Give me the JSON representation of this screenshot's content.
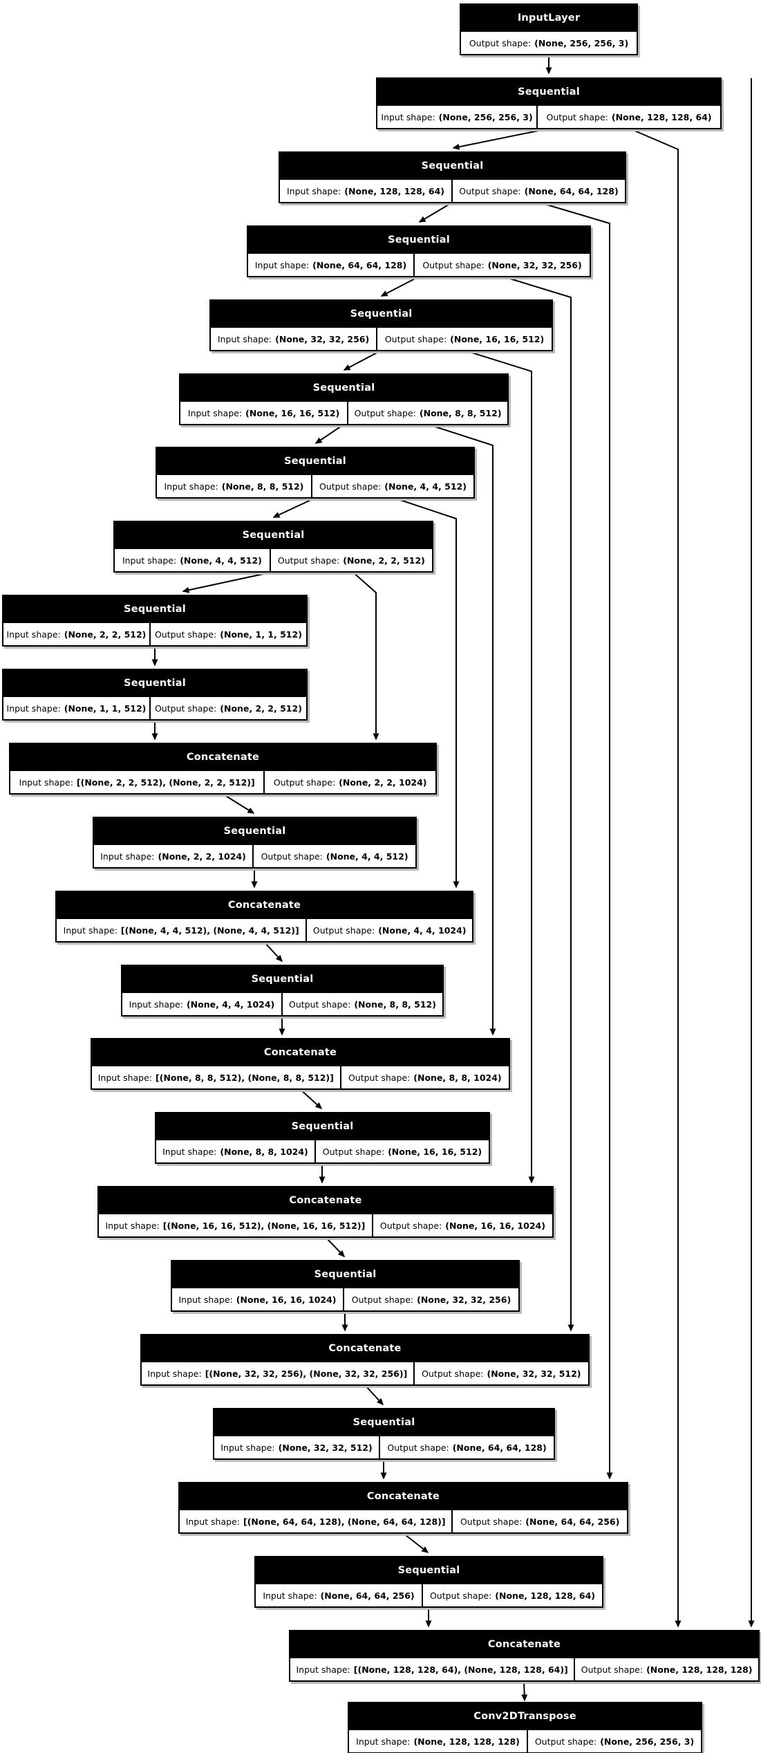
{
  "diagram": {
    "kind": "keras-model-architecture-plot",
    "labels": {
      "input_prefix": "Input shape:",
      "output_prefix": "Output shape:"
    },
    "colors": {
      "node_header_bg": "#000000",
      "node_header_text": "#ffffff",
      "node_body_bg": "#ffffff",
      "node_border": "#000000",
      "edge": "#000000",
      "shadow": "#b9b9b9",
      "background": "#ffffff"
    },
    "nodes": [
      {
        "title": "InputLayer",
        "output": "(None, 256, 256, 3)"
      },
      {
        "title": "Sequential",
        "input": "(None, 256, 256, 3)",
        "output": "(None, 128, 128, 64)"
      },
      {
        "title": "Sequential",
        "input": "(None, 128, 128, 64)",
        "output": "(None, 64, 64, 128)"
      },
      {
        "title": "Sequential",
        "input": "(None, 64, 64, 128)",
        "output": "(None, 32, 32, 256)"
      },
      {
        "title": "Sequential",
        "input": "(None, 32, 32, 256)",
        "output": "(None, 16, 16, 512)"
      },
      {
        "title": "Sequential",
        "input": "(None, 16, 16, 512)",
        "output": "(None, 8, 8, 512)"
      },
      {
        "title": "Sequential",
        "input": "(None, 8, 8, 512)",
        "output": "(None, 4, 4, 512)"
      },
      {
        "title": "Sequential",
        "input": "(None, 4, 4, 512)",
        "output": "(None, 2, 2, 512)"
      },
      {
        "title": "Sequential",
        "input": "(None, 2, 2, 512)",
        "output": "(None, 1, 1, 512)"
      },
      {
        "title": "Sequential",
        "input": "(None, 1, 1, 512)",
        "output": "(None, 2, 2, 512)"
      },
      {
        "title": "Concatenate",
        "input": "[(None, 2, 2, 512), (None, 2, 2, 512)]",
        "output": "(None, 2, 2, 1024)"
      },
      {
        "title": "Sequential",
        "input": "(None, 2, 2, 1024)",
        "output": "(None, 4, 4, 512)"
      },
      {
        "title": "Concatenate",
        "input": "[(None, 4, 4, 512), (None, 4, 4, 512)]",
        "output": "(None, 4, 4, 1024)"
      },
      {
        "title": "Sequential",
        "input": "(None, 4, 4, 1024)",
        "output": "(None, 8, 8, 512)"
      },
      {
        "title": "Concatenate",
        "input": "[(None, 8, 8, 512), (None, 8, 8, 512)]",
        "output": "(None, 8, 8, 1024)"
      },
      {
        "title": "Sequential",
        "input": "(None, 8, 8, 1024)",
        "output": "(None, 16, 16, 512)"
      },
      {
        "title": "Concatenate",
        "input": "[(None, 16, 16, 512), (None, 16, 16, 512)]",
        "output": "(None, 16, 16, 1024)"
      },
      {
        "title": "Sequential",
        "input": "(None, 16, 16, 1024)",
        "output": "(None, 32, 32, 256)"
      },
      {
        "title": "Concatenate",
        "input": "[(None, 32, 32, 256), (None, 32, 32, 256)]",
        "output": "(None, 32, 32, 512)"
      },
      {
        "title": "Sequential",
        "input": "(None, 32, 32, 512)",
        "output": "(None, 64, 64, 128)"
      },
      {
        "title": "Concatenate",
        "input": "[(None, 64, 64, 128), (None, 64, 64, 128)]",
        "output": "(None, 64, 64, 256)"
      },
      {
        "title": "Sequential",
        "input": "(None, 64, 64, 256)",
        "output": "(None, 128, 128, 64)"
      },
      {
        "title": "Concatenate",
        "input": "[(None, 128, 128, 64), (None, 128, 128, 64)]",
        "output": "(None, 128, 128, 128)"
      },
      {
        "title": "Conv2DTranspose",
        "input": "(None, 128, 128, 128)",
        "output": "(None, 256, 256, 3)"
      }
    ]
  }
}
